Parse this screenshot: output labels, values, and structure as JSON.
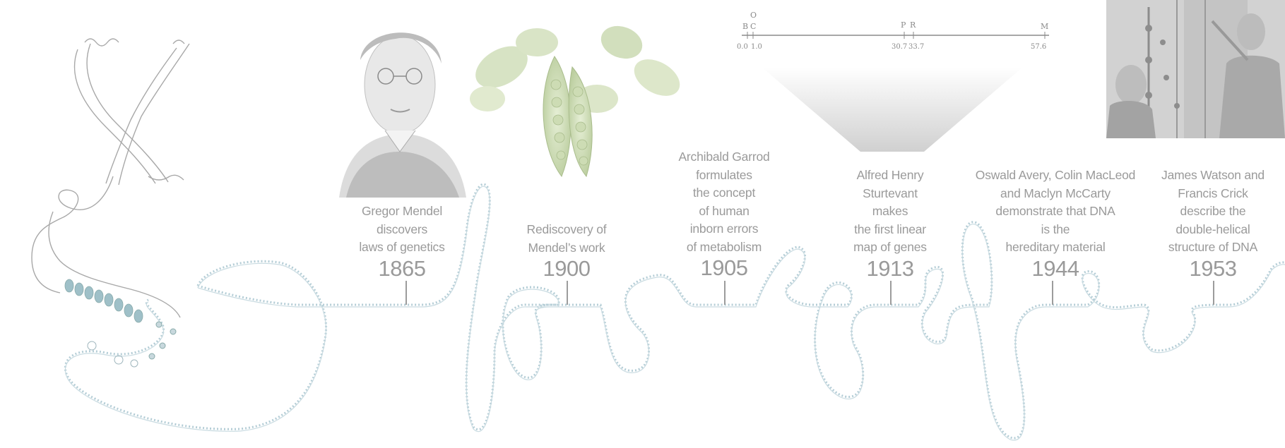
{
  "timeline": {
    "events": [
      {
        "year": "1865",
        "description": "Gregor Mendel\ndiscovers\nlaws of genetics"
      },
      {
        "year": "1900",
        "description": "Rediscovery of\nMendel’s work"
      },
      {
        "year": "1905",
        "description": "Archibald Garrod\nformulates\nthe concept\nof human\ninborn errors\nof metabolism"
      },
      {
        "year": "1913",
        "description": "Alfred Henry\nSturtevant\nmakes\nthe first linear\nmap of genes"
      },
      {
        "year": "1944",
        "description": "Oswald Avery, Colin MacLeod\nand Maclyn McCarty\ndemonstrate that DNA\nis the\nhereditary material"
      },
      {
        "year": "1953",
        "description": "James Watson and\nFrancis Crick\ndescribe the\ndouble-helical\nstructure of DNA"
      }
    ]
  },
  "gene_map": {
    "genes": [
      {
        "label": "B",
        "position": "0.0"
      },
      {
        "label": "C",
        "position": "1.0"
      },
      {
        "label": "O",
        "position": ""
      },
      {
        "label": "P",
        "position": "30.7"
      },
      {
        "label": "R",
        "position": "33.7"
      },
      {
        "label": "M",
        "position": "57.6"
      }
    ]
  },
  "colors": {
    "text": "#9a9a9a",
    "dna": "#b4cdd6",
    "chromosome": "#a8a8a8",
    "accent_bead": "#9fc0c8"
  },
  "illustrations": [
    "chromosome-illustration",
    "mendel-portrait",
    "pea-pod-illustration",
    "watson-crick-photo"
  ]
}
